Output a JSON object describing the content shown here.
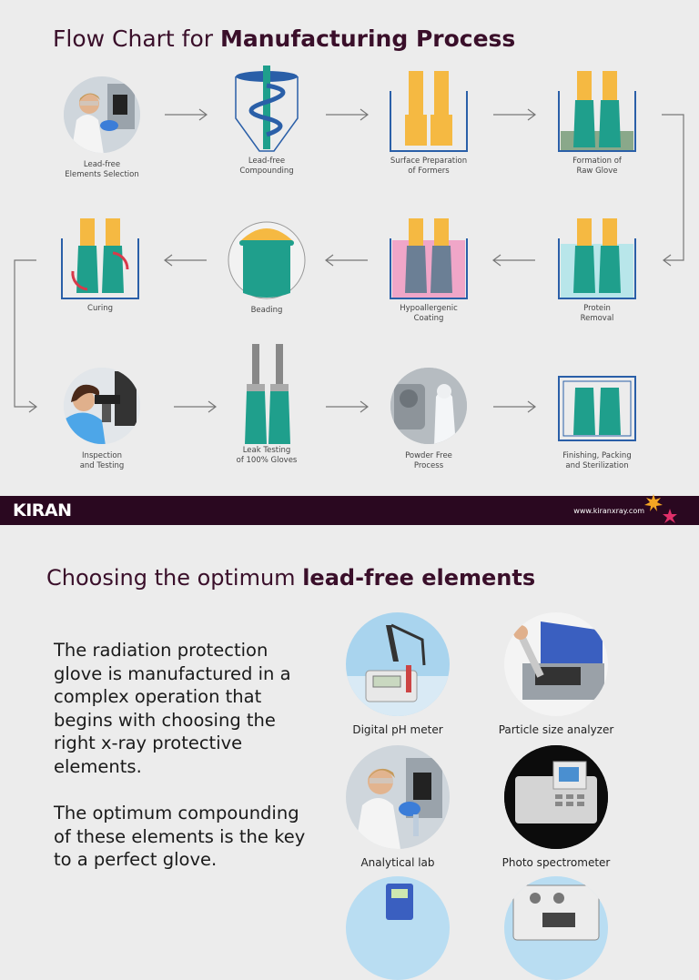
{
  "slide1": {
    "title_prefix": "Flow Chart for ",
    "title_bold": "Manufacturing Process",
    "steps": [
      {
        "label": "Lead-free\nElements Selection",
        "icon": "lab-scientist-photo-icon"
      },
      {
        "label": "Lead-free\nCompounding",
        "icon": "mixer-tank-icon"
      },
      {
        "label": "Surface Preparation\nof Formers",
        "icon": "hand-formers-icon"
      },
      {
        "label": "Formation of\nRaw Glove",
        "icon": "raw-glove-dip-icon"
      },
      {
        "label": "Protein\nRemoval",
        "icon": "protein-removal-tank-icon"
      },
      {
        "label": "Hypoallergenic\nCoating",
        "icon": "coating-tank-icon"
      },
      {
        "label": "Beading",
        "icon": "beading-icon"
      },
      {
        "label": "Curing",
        "icon": "curing-tank-icon"
      },
      {
        "label": "Inspection\nand Testing",
        "icon": "microscope-photo-icon"
      },
      {
        "label": "Leak Testing\nof 100% Gloves",
        "icon": "leak-testing-icon"
      },
      {
        "label": "Powder Free\nProcess",
        "icon": "cleanroom-photo-icon"
      },
      {
        "label": "Finishing, Packing\nand Sterilization",
        "icon": "packed-gloves-icon"
      }
    ]
  },
  "footer": {
    "logo": "KIRAN",
    "url": "www.kiranxray.com"
  },
  "slide2": {
    "title_prefix": "Choosing the optimum ",
    "title_bold": "lead-free elements",
    "paragraph1": "The radiation protection glove is manufactured in a complex operation that begins with choosing the right x-ray protective elements.",
    "paragraph2": "The optimum compounding of these elements is the key to a perfect glove.",
    "equipment": [
      {
        "label": "Digital pH meter",
        "icon": "ph-meter-photo-icon"
      },
      {
        "label": "Particle size analyzer",
        "icon": "particle-analyzer-photo-icon"
      },
      {
        "label": "Analytical lab",
        "icon": "analytical-lab-photo-icon"
      },
      {
        "label": "Photo spectrometer",
        "icon": "spectrometer-photo-icon"
      }
    ]
  },
  "colors": {
    "title": "#3a0f2a",
    "glove_green": "#1f9f8c",
    "former_yellow": "#f5b942",
    "tank_blue": "#2a5fa8",
    "footer_bg": "#2a0820",
    "arrow": "#777777"
  }
}
